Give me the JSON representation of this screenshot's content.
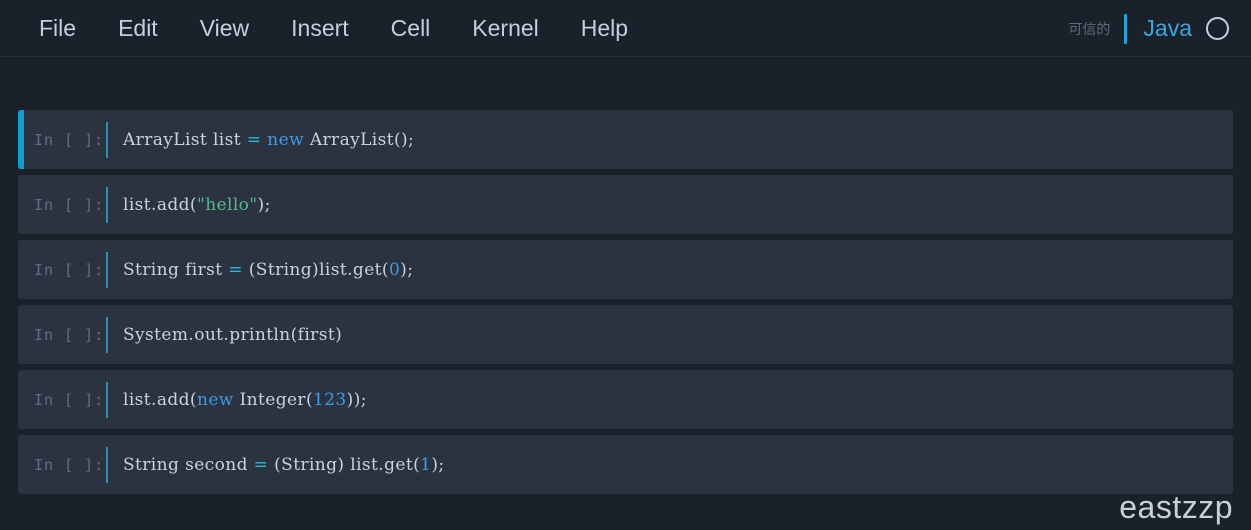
{
  "app": {
    "background": "#1b212b",
    "cell_background": "#2b3340",
    "accent": "#109cd4"
  },
  "menubar": {
    "items": [
      {
        "label": "File",
        "name": "menu-file"
      },
      {
        "label": "Edit",
        "name": "menu-edit"
      },
      {
        "label": "View",
        "name": "menu-view"
      },
      {
        "label": "Insert",
        "name": "menu-insert"
      },
      {
        "label": "Cell",
        "name": "menu-cell"
      },
      {
        "label": "Kernel",
        "name": "menu-kernel"
      },
      {
        "label": "Help",
        "name": "menu-help"
      }
    ],
    "trust_label": "可信的",
    "kernel_name": "Java",
    "kernel_status_icon": "circle-idle-icon"
  },
  "notebook": {
    "prompt_label": "In  [  ]:",
    "cells": [
      {
        "selected": true,
        "prompt": "In  [  ]:",
        "tokens": [
          {
            "t": "ArrayList list ",
            "c": "def"
          },
          {
            "t": "=",
            "c": "op"
          },
          {
            "t": " ",
            "c": "def"
          },
          {
            "t": "new",
            "c": "kw"
          },
          {
            "t": " ArrayList();",
            "c": "def"
          }
        ]
      },
      {
        "selected": false,
        "prompt": "In  [  ]:",
        "tokens": [
          {
            "t": "list.add(",
            "c": "def"
          },
          {
            "t": "\"hello\"",
            "c": "str"
          },
          {
            "t": ");",
            "c": "def"
          }
        ]
      },
      {
        "selected": false,
        "prompt": "In  [  ]:",
        "tokens": [
          {
            "t": "String first ",
            "c": "def"
          },
          {
            "t": "=",
            "c": "op"
          },
          {
            "t": " (String)list.get(",
            "c": "def"
          },
          {
            "t": "0",
            "c": "num"
          },
          {
            "t": ");",
            "c": "def"
          }
        ]
      },
      {
        "selected": false,
        "prompt": "In  [  ]:",
        "tokens": [
          {
            "t": "System.out.println(first)",
            "c": "def"
          }
        ]
      },
      {
        "selected": false,
        "prompt": "In  [  ]:",
        "tokens": [
          {
            "t": "list.add(",
            "c": "def"
          },
          {
            "t": "new",
            "c": "kw"
          },
          {
            "t": " Integer(",
            "c": "def"
          },
          {
            "t": "123",
            "c": "num"
          },
          {
            "t": "));",
            "c": "def"
          }
        ]
      },
      {
        "selected": false,
        "prompt": "In  [  ]:",
        "tokens": [
          {
            "t": "String second ",
            "c": "def"
          },
          {
            "t": "=",
            "c": "op"
          },
          {
            "t": " (String) list.get(",
            "c": "def"
          },
          {
            "t": "1",
            "c": "num"
          },
          {
            "t": ");",
            "c": "def"
          }
        ]
      }
    ]
  },
  "watermark": {
    "text": "eastzzp"
  }
}
